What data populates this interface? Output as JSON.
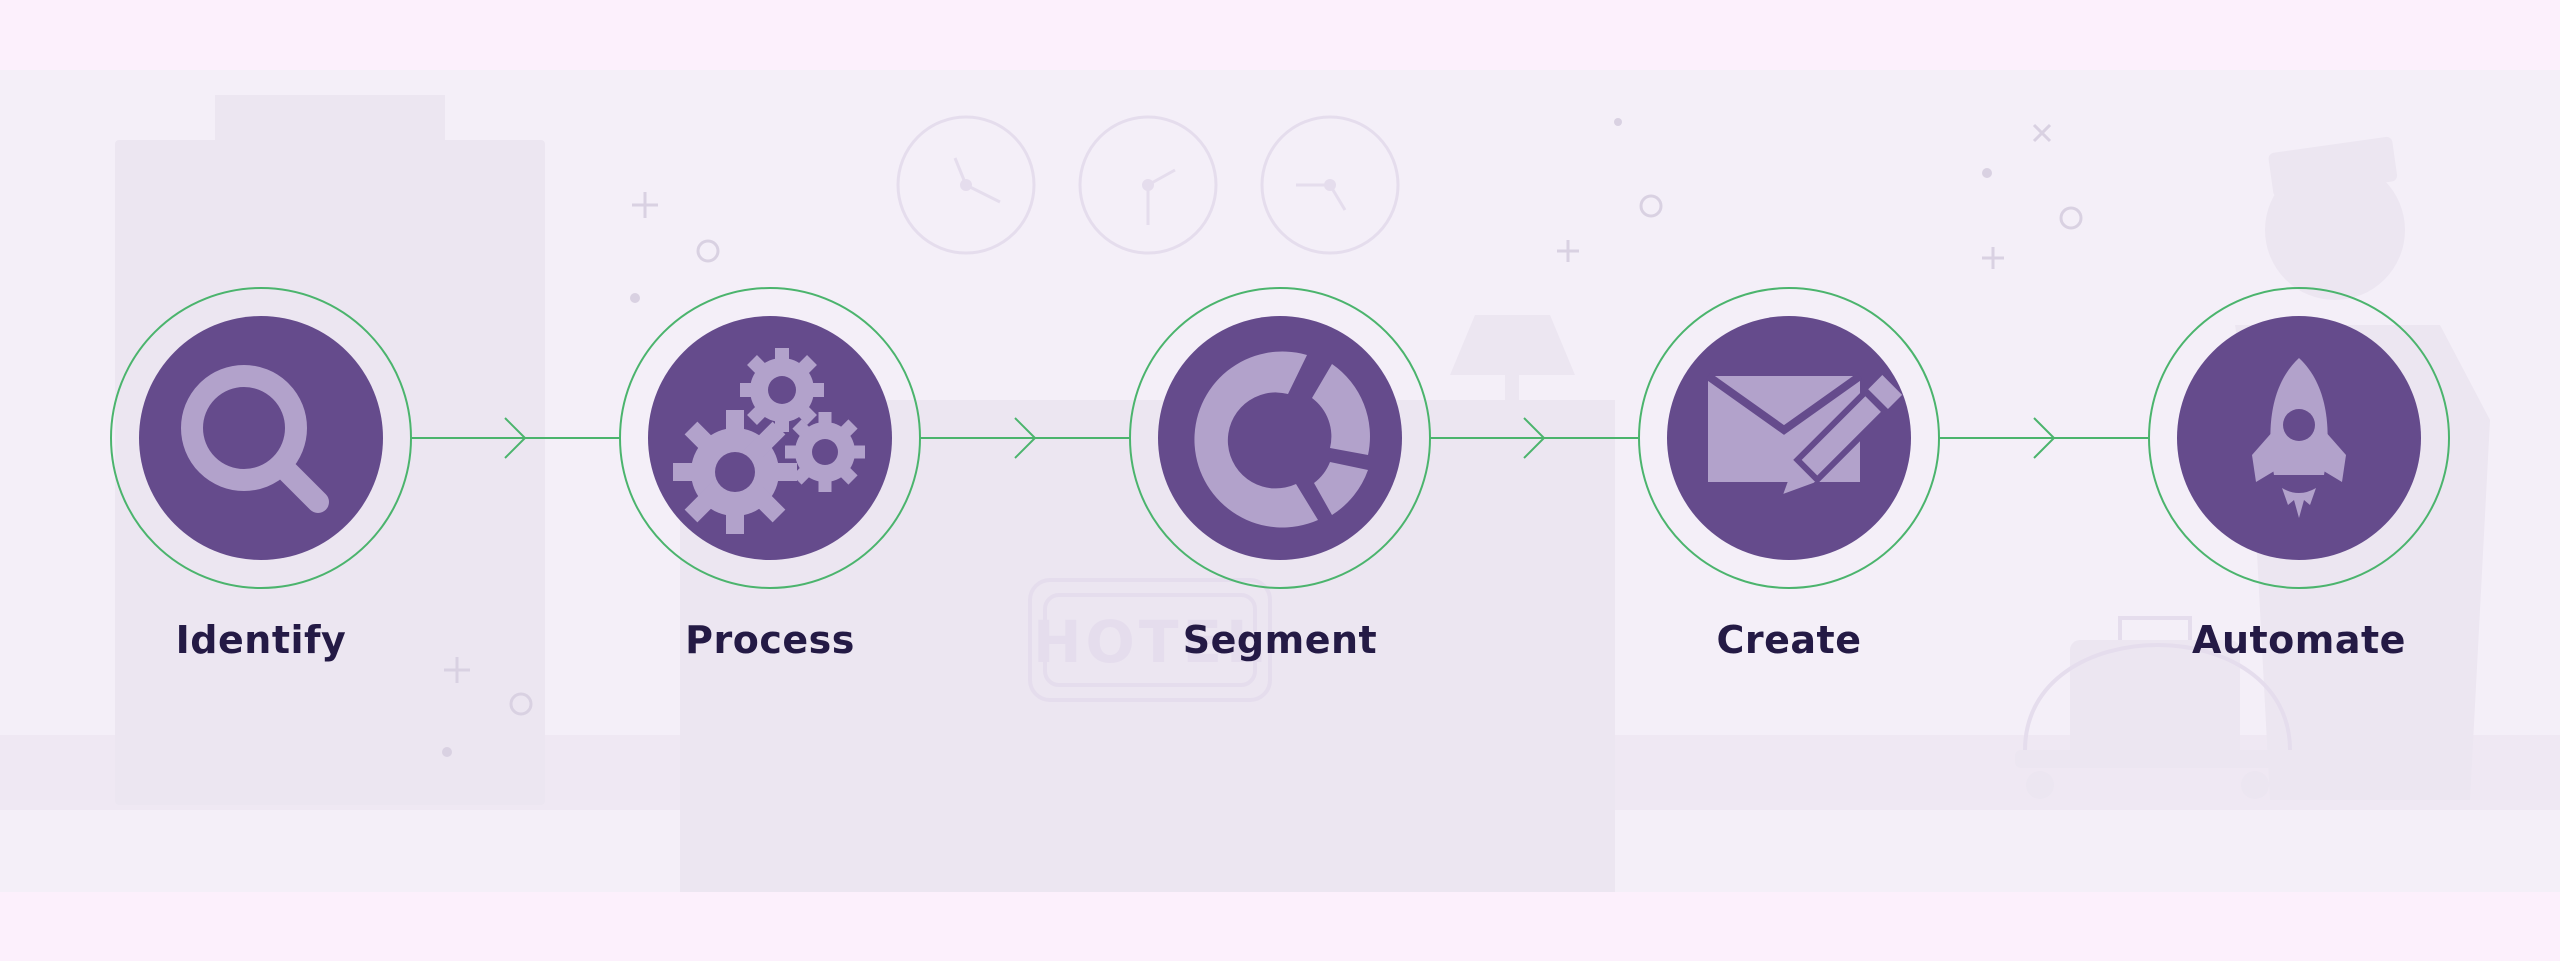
{
  "colors": {
    "outer_background": "#fcf0fc",
    "band_background": "#f4eff8",
    "ring_stroke": "#4bb46d",
    "connector": "#4bb46d",
    "disc_fill": "#654b8c",
    "icon_fill": "#b2a2cb",
    "label_text": "#241a45",
    "watermark": "#ece6f1"
  },
  "steps": [
    {
      "label": "Identify",
      "icon": "magnifying-glass-icon"
    },
    {
      "label": "Process",
      "icon": "gears-icon"
    },
    {
      "label": "Segment",
      "icon": "donut-chart-icon"
    },
    {
      "label": "Create",
      "icon": "envelope-pencil-icon"
    },
    {
      "label": "Automate",
      "icon": "rocket-icon"
    }
  ],
  "watermark": {
    "sign_text": "HOTEL"
  }
}
